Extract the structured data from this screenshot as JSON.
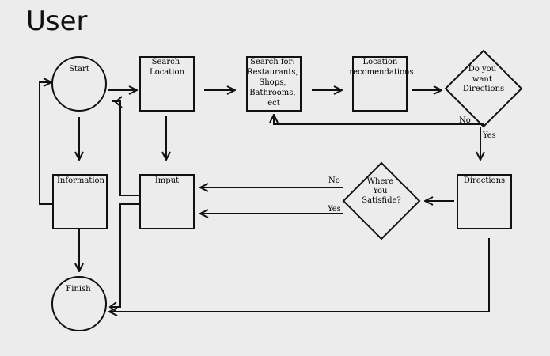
{
  "title": "User",
  "nodes": {
    "start": "Start",
    "search_location": [
      "Search",
      "Location"
    ],
    "search_for": [
      "Search for:",
      "Restaurants,",
      "Shops,",
      "Bathrooms,",
      "ect"
    ],
    "location_recommendations": [
      "Location",
      "recomendations"
    ],
    "want_directions": [
      "Do you",
      "want",
      "Directions"
    ],
    "information": "Information",
    "imput": "Imput",
    "satisfied": [
      "Where",
      "You",
      "Satisfide?"
    ],
    "directions": "Directions",
    "finish": "Finish"
  },
  "edge_labels": {
    "directions_no": "No",
    "directions_yes": "Yes",
    "satisfied_no": "No",
    "satisfied_yes": "Yes"
  }
}
